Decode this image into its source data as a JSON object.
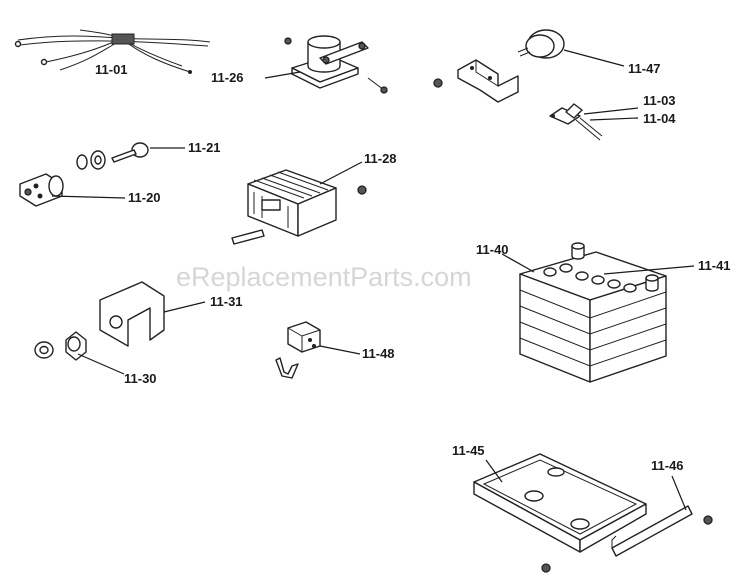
{
  "watermark": "eReplacementParts.com",
  "labels": {
    "p1101": "11-01",
    "p1126": "11-26",
    "p1147": "11-47",
    "p1103": "11-03",
    "p1104": "11-04",
    "p1121": "11-21",
    "p1128": "11-28",
    "p1120": "11-20",
    "p1140": "11-40",
    "p1141": "11-41",
    "p1131": "11-31",
    "p1130": "11-30",
    "p1148": "11-48",
    "p1145": "11-45",
    "p1146": "11-46"
  }
}
